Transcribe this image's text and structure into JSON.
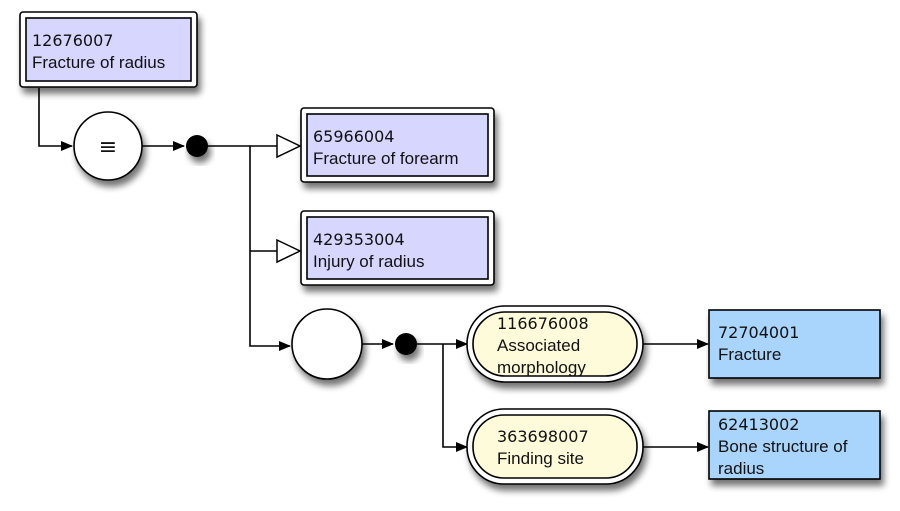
{
  "diagram": {
    "colors": {
      "primitive_concept_fill": "#d6d6fe",
      "attribute_fill": "#fdfbd9",
      "value_concept_fill": "#a9d5fd",
      "stroke": "#000000"
    },
    "focus_concept": {
      "id": "12676007",
      "label": "Fracture of radius"
    },
    "definition_status": {
      "symbol": "≡",
      "meaning": "equivalent-to"
    },
    "parents": [
      {
        "id": "65966004",
        "label": "Fracture of forearm"
      },
      {
        "id": "429353004",
        "label": "Injury of radius"
      }
    ],
    "relationship_group": {
      "attributes": [
        {
          "attribute": {
            "id": "116676008",
            "label_lines": [
              "Associated",
              "morphology"
            ]
          },
          "value": {
            "id": "72704001",
            "label_lines": [
              "Fracture"
            ]
          }
        },
        {
          "attribute": {
            "id": "363698007",
            "label_lines": [
              "Finding site"
            ]
          },
          "value": {
            "id": "62413002",
            "label_lines": [
              "Bone structure of",
              "radius"
            ]
          }
        }
      ]
    }
  }
}
